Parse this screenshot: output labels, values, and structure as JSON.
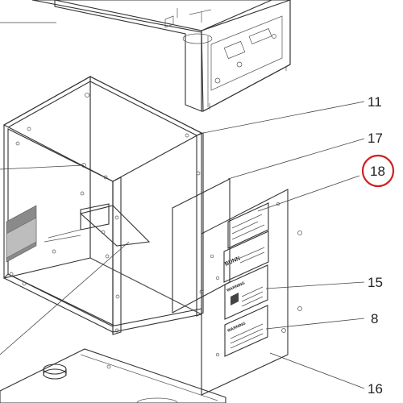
{
  "callouts": {
    "c11": "11",
    "c17": "17",
    "c18": "18",
    "c15": "15",
    "c8": "8",
    "c16": "16"
  },
  "highlighted_callout": "18",
  "colors": {
    "highlight_ring": "#d02020",
    "line": "#333333",
    "panel_fill": "#ffffff",
    "shade": "#e6e6e6",
    "dark_patch": "#8a8a8a"
  },
  "label_text": {
    "brand": "BUNN",
    "warning_1": "WARNING",
    "warning_2": "WARNING"
  },
  "icons": [
    "screw-icon",
    "fitting-icon"
  ]
}
